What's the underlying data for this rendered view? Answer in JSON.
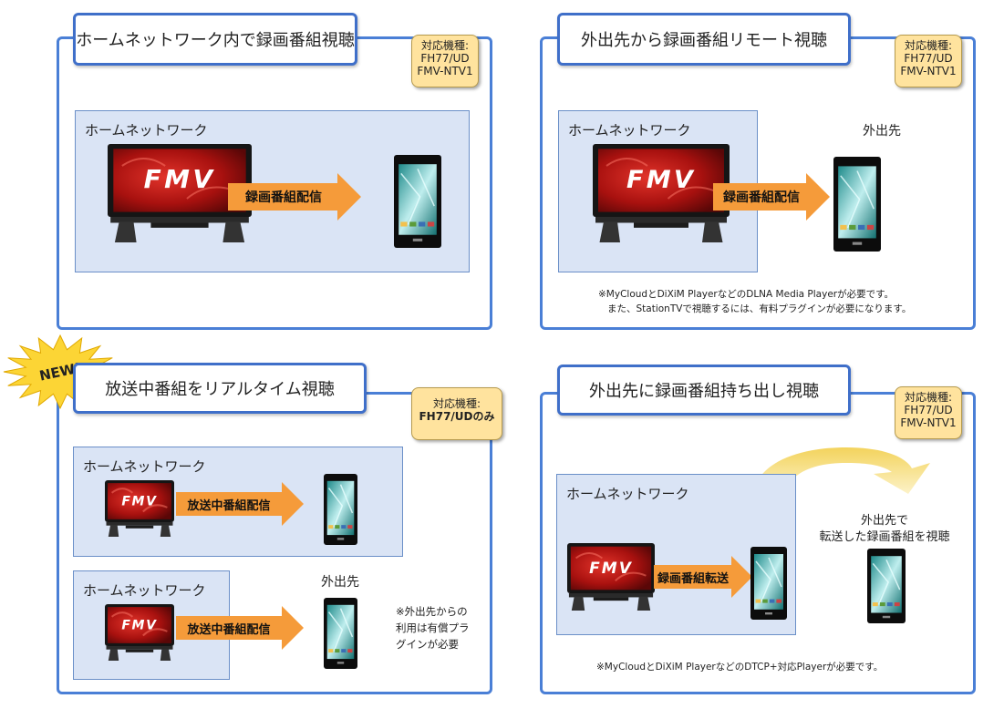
{
  "colors": {
    "panel_border": "#4a7fd6",
    "net_bg": "#dae4f5",
    "arrow_orange": "#f59b3a",
    "badge": "#ffe39e",
    "burst": "#fcd535",
    "curve": "#f5d768"
  },
  "icons": {
    "computer": "fmv-pc-icon",
    "smartphone": "smartphone-icon",
    "burst": "starburst-icon"
  },
  "panels": [
    {
      "title": "ホームネットワーク内で録画番組視聴",
      "badge": [
        "対応機種:",
        "FH77/UD",
        "FMV-NTV1"
      ],
      "net_label": "ホームネットワーク",
      "pc_logo": "FMV",
      "arrow": "録画番組配信"
    },
    {
      "title": "外出先から録画番組リモート視聴",
      "badge": [
        "対応機種:",
        "FH77/UD",
        "FMV-NTV1"
      ],
      "net_label": "ホームネットワーク",
      "pc_logo": "FMV",
      "arrow": "録画番組配信",
      "dest": "外出先",
      "note": [
        "※MyCloudとDiXiM PlayerなどのDLNA Media Playerが必要です。",
        "また、StationTVで視聴するには、有料プラグインが必要になります。"
      ]
    },
    {
      "burst": "NEW!",
      "title": "放送中番組をリアルタイム視聴",
      "badge": [
        "対応機種:",
        "FH77/UDのみ"
      ],
      "net1_label": "ホームネットワーク",
      "net2_label": "ホームネットワーク",
      "pc_logo": "FMV",
      "arrow": "放送中番組配信",
      "dest": "外出先",
      "note": [
        "※外出先からの",
        "利用は有償プラ",
        "グインが必要"
      ]
    },
    {
      "title": "外出先に録画番組持ち出し視聴",
      "badge": [
        "対応機種:",
        "FH77/UD",
        "FMV-NTV1"
      ],
      "net_label": "ホームネットワーク",
      "pc_logo": "FMV",
      "arrow": "録画番組転送",
      "dest": [
        "外出先で",
        "転送した録画番組を視聴"
      ],
      "note": [
        "※MyCloudとDiXiM PlayerなどのDTCP+対応Playerが必要です。"
      ]
    }
  ]
}
